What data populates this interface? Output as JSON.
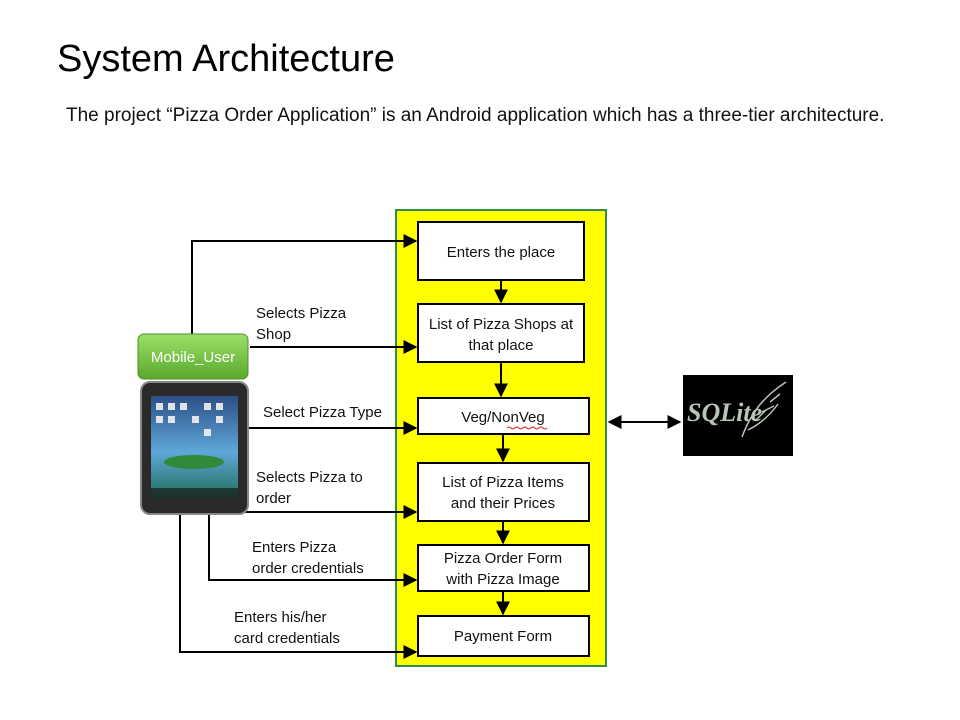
{
  "slide": {
    "title": "System Architecture",
    "description": "The project “Pizza Order Application” is an Android application which has a three-tier architecture."
  },
  "diagram": {
    "user_label": "Mobile_User",
    "database_label": "SQLite",
    "colors": {
      "panel": "#ffff00",
      "panel_border": "#2e8b57",
      "user_badge": "#6fc03c",
      "box_border": "#000000",
      "arrow": "#000000"
    },
    "flow_steps": [
      {
        "id": "step-enters-place",
        "lines": [
          "Enters the place"
        ]
      },
      {
        "id": "step-pizza-shops",
        "lines": [
          "List of Pizza Shops at",
          "that place"
        ]
      },
      {
        "id": "step-veg-nonveg",
        "lines": [
          "Veg/NonVeg"
        ]
      },
      {
        "id": "step-pizza-items",
        "lines": [
          "List of Pizza Items",
          "and their Prices"
        ]
      },
      {
        "id": "step-order-form",
        "lines": [
          "Pizza Order Form",
          "with Pizza Image"
        ]
      },
      {
        "id": "step-payment",
        "lines": [
          "Payment Form"
        ]
      }
    ],
    "user_actions": [
      {
        "id": "action-selects-shop",
        "lines": [
          "Selects Pizza",
          "Shop"
        ]
      },
      {
        "id": "action-select-type",
        "lines": [
          "Select Pizza Type"
        ]
      },
      {
        "id": "action-selects-pizza",
        "lines": [
          "Selects Pizza to",
          "order"
        ]
      },
      {
        "id": "action-order-credentials",
        "lines": [
          "Enters Pizza",
          "order credentials"
        ]
      },
      {
        "id": "action-card-credentials",
        "lines": [
          "Enters his/her",
          "card credentials"
        ]
      }
    ]
  }
}
